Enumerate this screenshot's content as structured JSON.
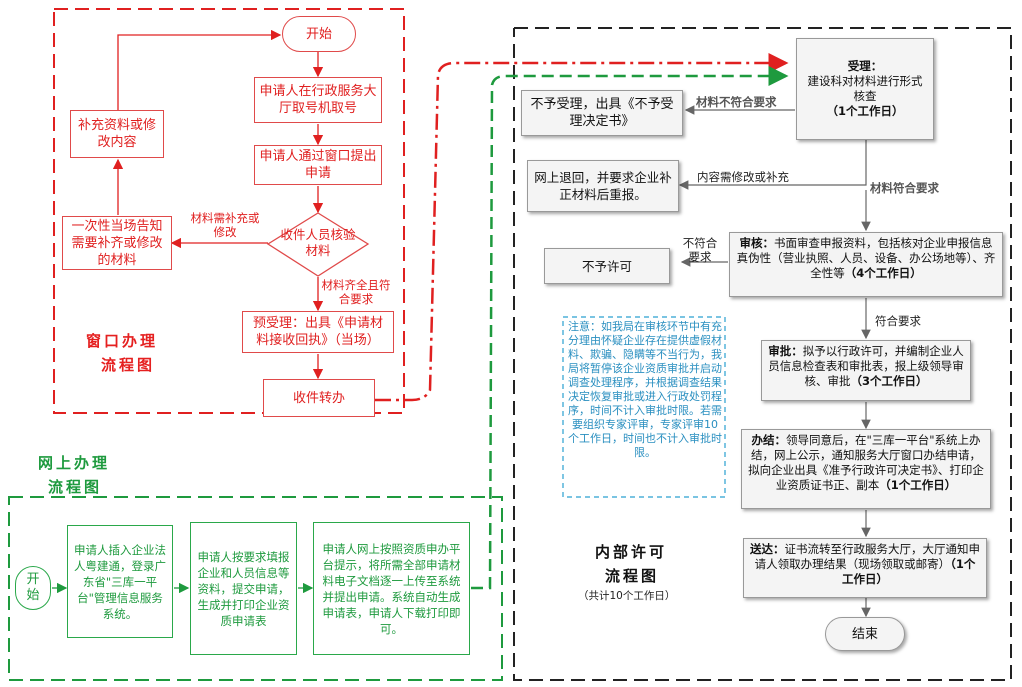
{
  "window_flow": {
    "title_line1": "窗口办理",
    "title_line2": "流程图",
    "start": "开始",
    "step1": "申请人在行政服务大厅取号机取号",
    "step2": "申请人通过窗口提出申请",
    "decision": "收件人员核验材料",
    "label_incomplete": "材料需补充或修改",
    "notify": "一次性当场告知需要补齐或修改的材料",
    "supplement": "补充资料或修改内容",
    "label_complete": "材料齐全且符合要求",
    "preaccept": "预受理：出具《申请材料接收回执》（当场）",
    "transfer": "收件转办"
  },
  "online_flow": {
    "title_line1": "网上办理",
    "title_line2": "流程图",
    "start": "开始",
    "step1": "申请人插入企业法人粤建通，登录广东省\"三库一平台\"管理信息服务系统。",
    "step2": "申请人按要求填报企业和人员信息等资料，提交申请，生成并打印企业资质申请表",
    "step3": "申请人网上按照资质申办平台提示，将所需全部申请材料电子文档逐一上传至系统并提出申请。系统自动生成申请表，申请人下载打印即可。"
  },
  "internal_flow": {
    "title_line1": "内部许可",
    "title_line2": "流程图",
    "subtitle": "（共计10个工作日）",
    "accept_bold": "受理：",
    "accept_text": "建设科对材料进行形式核查",
    "accept_days": "（1个工作日）",
    "label_not_meet": "材料不符合要求",
    "reject_accept": "不予受理，出具《不予受理决定书》",
    "label_modify": "内容需修改或补充",
    "online_return": "网上退回，并要求企业补正材料后重报。",
    "label_meet": "材料符合要求",
    "review_bold": "审核：",
    "review_text": "书面审查申报资料，包括核对企业申报信息真伪性（营业执照、人员、设备、办公场地等）、齐全性等",
    "review_days": "（4个工作日）",
    "label_not_conform": "不符合要求",
    "deny": "不予许可",
    "label_conform": "符合要求",
    "approve_bold": "审批：",
    "approve_text": "拟予以行政许可，并编制企业人员信息检查表和审批表，报上级领导审核、审批",
    "approve_days": "（3个工作日）",
    "complete_bold": "办结：",
    "complete_text": "领导同意后，在\"三库一平台\"系统上办结，网上公示，通知服务大厅窗口办结申请，拟向企业出具《准予行政许可决定书》、打印企业资质证书正、副本",
    "complete_days": "（1个工作日）",
    "deliver_bold": "送达：",
    "deliver_text": "证书流转至行政服务大厅，大厅通知申请人领取办理结果（现场领取或邮寄）",
    "deliver_days": "（1个工作日）",
    "end": "结束",
    "note": "注意：如我局在审核环节中有充分理由怀疑企业存在提供虚假材料、欺骗、隐瞒等不当行为，我局将暂停该企业资质审批并启动调查处理程序，并根据调查结果决定恢复审批或进入行政处罚程序，时间不计入审批时限。若需要组织专家评审，专家评审10个工作日，时间也不计入审批时限。"
  },
  "colors": {
    "window": "#e02020",
    "online": "#1e9a3e",
    "internal": "#222222",
    "note": "#2aa0d0"
  }
}
